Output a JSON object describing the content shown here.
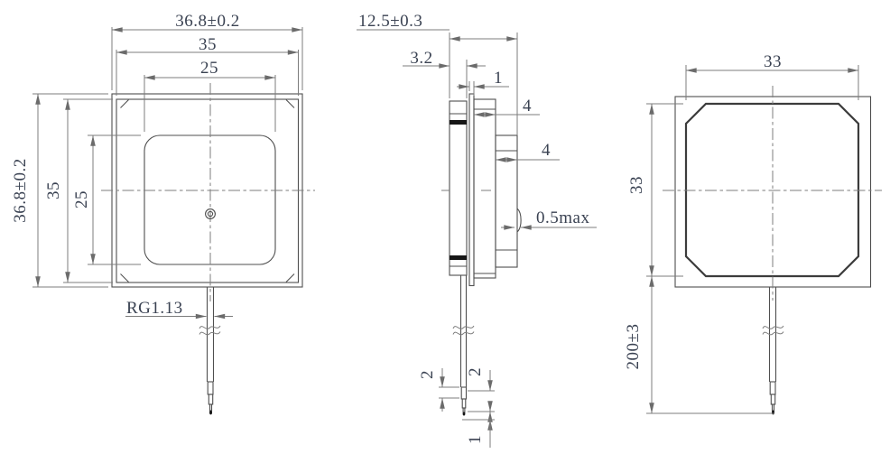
{
  "colors": {
    "bg": "#ffffff",
    "line": "#4f4f4f",
    "part2": "#3c3c3c",
    "dim": "#7c7c7c",
    "text": "#3a4252",
    "dark": "#161616"
  },
  "views": {
    "front": {
      "dim_width_overall": "36.8±0.2",
      "dim_width_inner": "35",
      "dim_width_patch": "25",
      "dim_height_overall": "36.8±0.2",
      "dim_height_inner": "35",
      "dim_height_patch": "25",
      "cable_label": "RG1.13"
    },
    "side": {
      "dim_depth_overall": "12.5±0.3",
      "dim_ceramic_thickness": "3.2",
      "dim_plate_thickness": "1",
      "dim_body_depth": "4",
      "dim_boss_depth": "4",
      "dim_clip": "0.5max",
      "dim_tip_upper": "2",
      "dim_tip_lower": "2",
      "dim_tip_end": "1"
    },
    "back": {
      "dim_patch_width": "33",
      "dim_patch_height": "33",
      "dim_cable_length": "200±3"
    }
  }
}
